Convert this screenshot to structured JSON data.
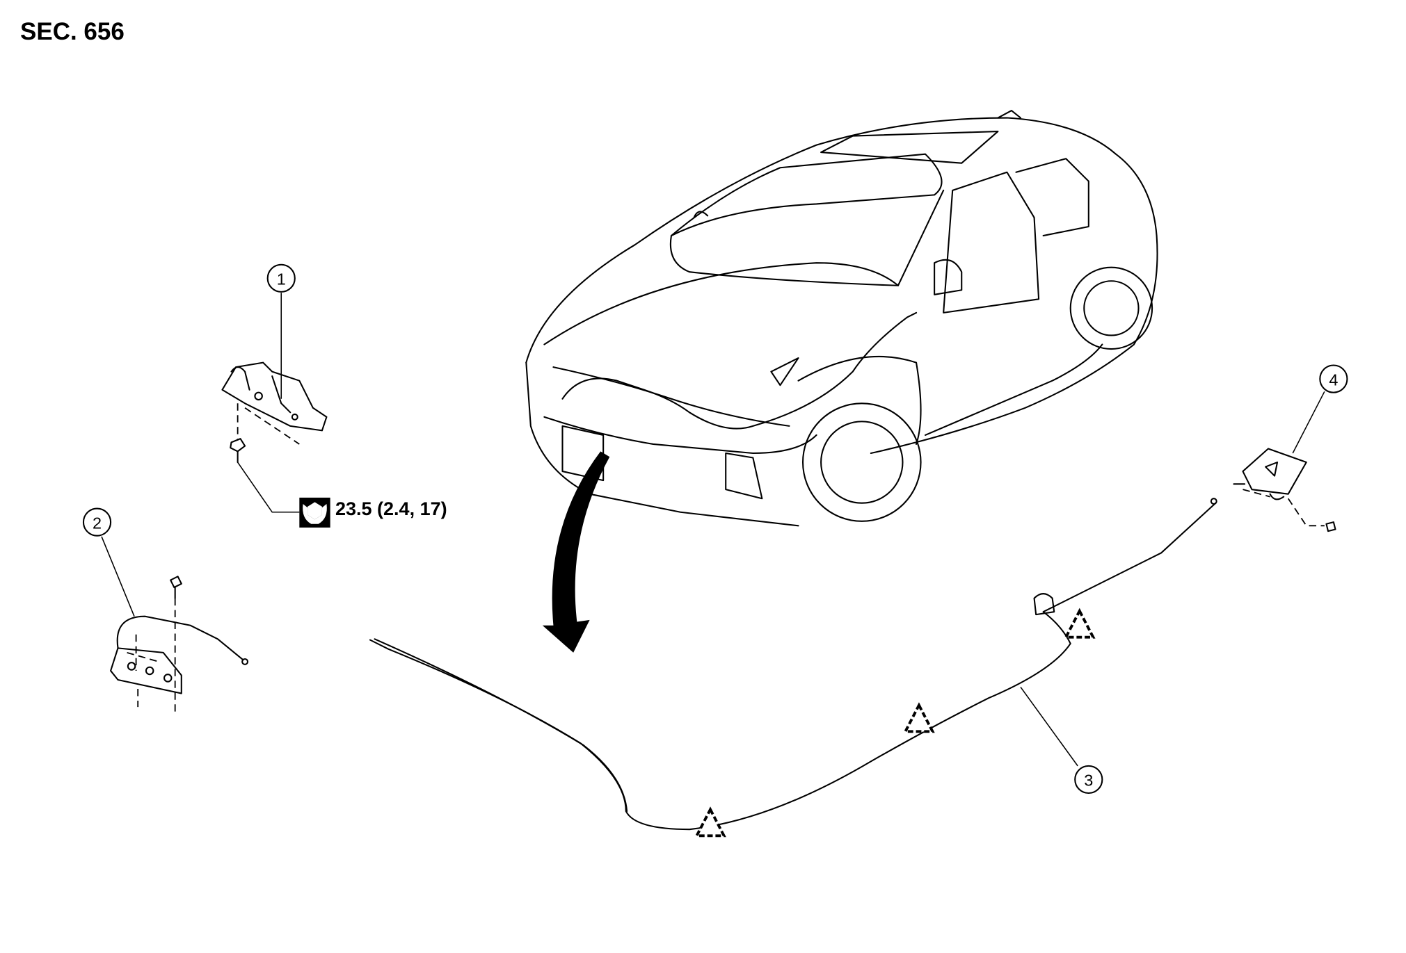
{
  "section_label": "SEC. 656",
  "torque_spec": "23.5 (2.4, 17)",
  "callouts": [
    "1",
    "2",
    "3",
    "4"
  ],
  "icons": [
    "tightening-torque-icon",
    "sealant-warning-triangle-icon"
  ]
}
